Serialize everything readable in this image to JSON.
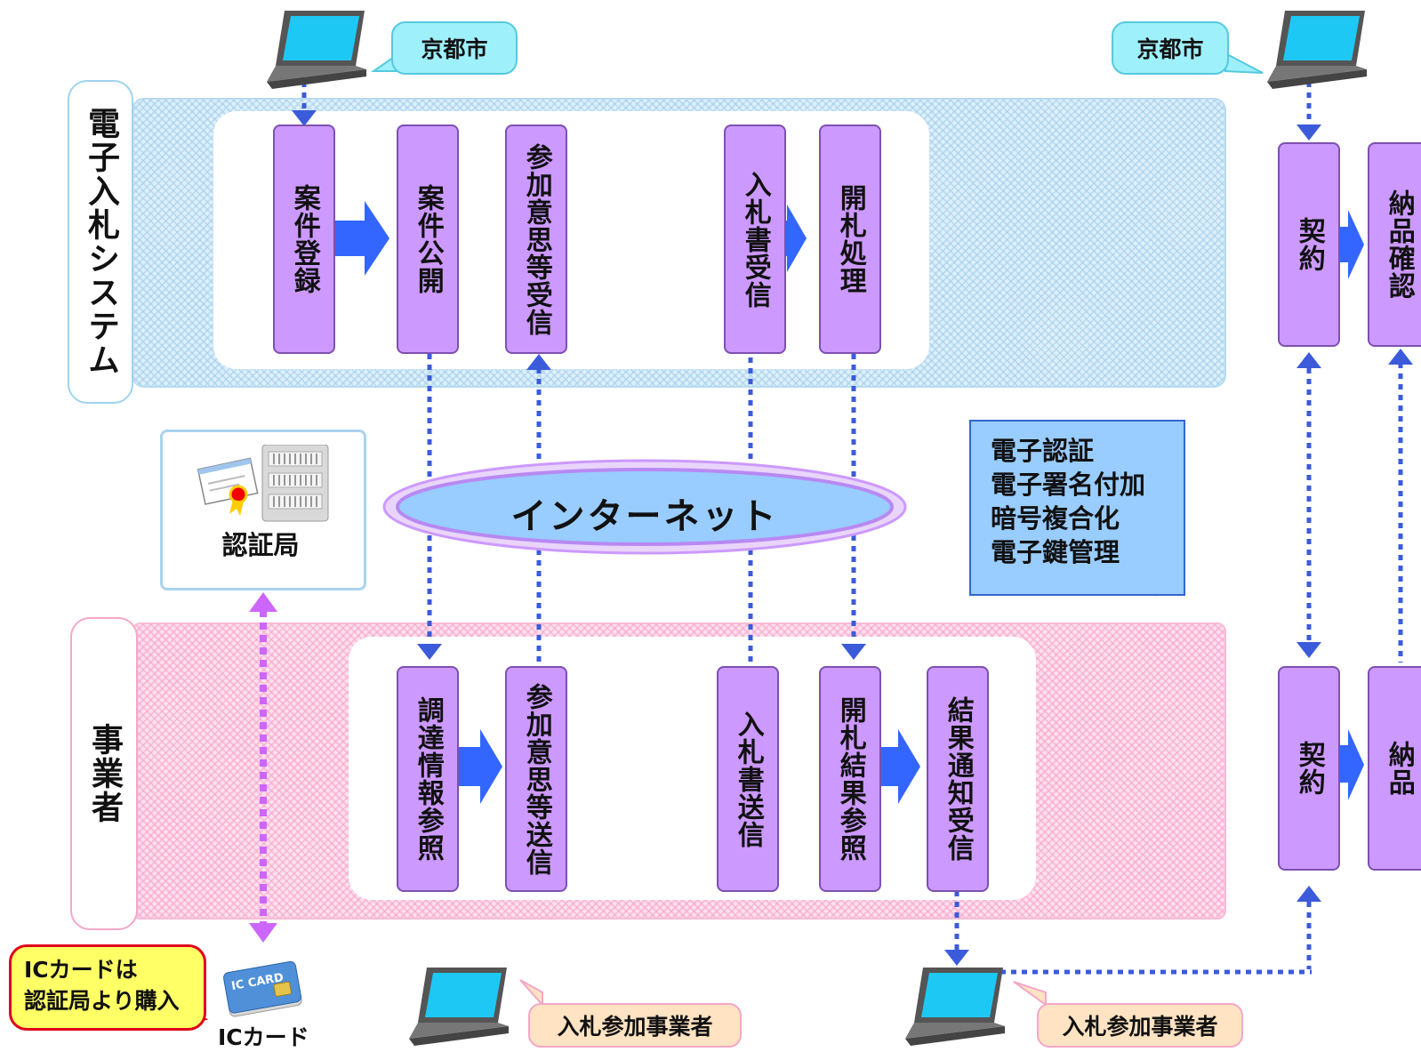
{
  "labels": {
    "system_row": "電子入札システム",
    "business_row": "事業者",
    "kyoto_left": "京都市",
    "kyoto_right": "京都市",
    "internet": "インターネット",
    "ca": "認証局",
    "ic_card": "ICカード",
    "ic_card_art": "IC CARD",
    "bidder_1": "入札参加事業者",
    "bidder_2": "入札参加事業者"
  },
  "note_lines": [
    "電子認証",
    "電子署名付加",
    "暗号複合化",
    "電子鍵管理"
  ],
  "yellow_note": [
    "ICカードは",
    "認証局より購入"
  ],
  "system_steps": [
    "案件登録",
    "案件公開",
    "参加意思等受信",
    "入札書受信",
    "開札処理",
    "契約",
    "納品確認"
  ],
  "business_steps": [
    "調達情報参照",
    "参加意思等送信",
    "入札書送信",
    "開札結果参照",
    "結果通知受信",
    "契約",
    "納品"
  ],
  "colors": {
    "step_fill": "#cc99ff",
    "step_border": "#7d50b0",
    "flow_arrow": "#3366ff",
    "dotted_link": "#3b5bdb",
    "ic_link": "#cc66ff",
    "system_band": "#dff0fb",
    "business_band": "#fde1ee",
    "note_fill": "#99ccff",
    "callout_fill": "#9ef0fb"
  }
}
